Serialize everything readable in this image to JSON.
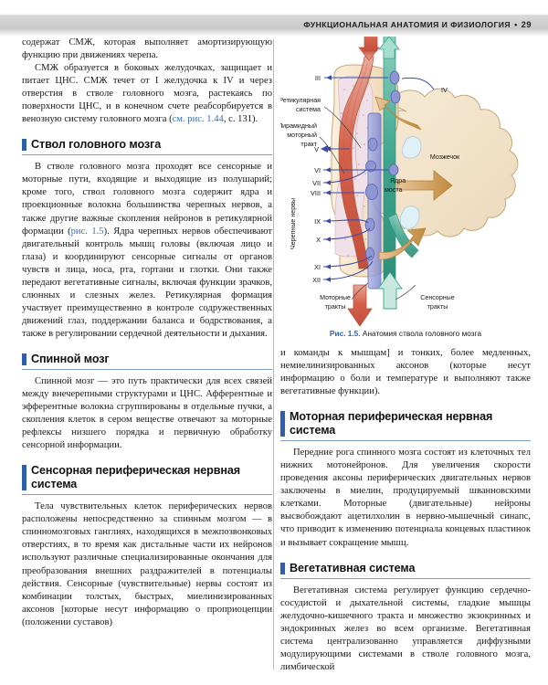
{
  "header": {
    "title": "ФУНКЦИОНАЛЬНАЯ АНАТОМИЯ И ФИЗИОЛОГИЯ",
    "separator": "•",
    "page_number": "29"
  },
  "left_column": {
    "para_1": "содержат СМЖ, которая выполняет амортизирующую функцию при движениях черепа.",
    "para_2_a": "СМЖ образуется в боковых желудочках, защищает и питает ЦНС. СМЖ течет от I желудочка к IV и через отверстия в стволе головного мозга, растекаясь по поверхности ЦНС, и в конечном счете реабсорбируется в венозную систему головного мозга (",
    "para_2_xref": "см. рис. 1.44",
    "para_2_b": ", с. 131).",
    "heading_1": "Ствол головного мозга",
    "para_3_a": "В стволе головного мозга проходят все сенсорные и моторные пути, входящие и выходящие из полушарий; кроме того, ствол головного мозга содержит ядра и проекционные волокна большинства черепных нервов, а также другие важные скопления нейронов в ретикулярной формации (",
    "para_3_xref": "рис. 1.5",
    "para_3_b": "). Ядра черепных нервов обеспечивают двигательный контроль мышц головы (включая лицо и глаза) и координируют сенсорные сигналы от органов чувств и лица, носа, рта, гортани и глотки. Они также передают вегетативные сигналы, включая функции зрачков, слюнных и слезных желез. Ретикулярная формация участвует преимущественно в контроле содружественных движений глаз, поддержании баланса и бодрствования, а также в регулировании сердечной деятельности и дыхания.",
    "heading_2": "Спинной мозг",
    "para_4": "Спинной мозг — это путь практически для всех связей между внечерепными структурами и ЦНС. Афферентные и эфферентные волокна сгруппированы в отдельные пучки, а скопления клеток в сером веществе отвечают за моторные рефлексы низшего порядка и первичную обработку сенсорной информации.",
    "heading_3": "Сенсорная периферическая нервная система",
    "para_5": "Тела чувствительных клеток периферических нервов расположены непосредственно за спинным мозгом — в спинномозговых ганглиях, находящихся в межпозвонковых отверстиях, в то время как дистальные части их нейронов используют различные специализированные окончания для преобразования внешних раздражителей в потенциалы действия. Сенсорные (чувствительные) нервы состоят из комбинации толстых, быстрых, миелинизированных аксонов [которые несут информацию о проприоцепции (положении суставов)"
  },
  "right_column": {
    "figure": {
      "caption_prefix": "Рис. 1.5.",
      "caption_text": "Анатомия ствола головного мозга",
      "labels": {
        "reticular_system": "Ретикулярная\nсистема",
        "reticular_line_1": "Ретикулярная",
        "reticular_line_2": "система",
        "pyramidal_line_1": "Пирамидный",
        "pyramidal_line_2": "моторный",
        "pyramidal_line_3": "тракт",
        "cranial_nerves_axis": "Черепные нервы",
        "cerebellum": "Мозжечок",
        "pontine_nuclei_line_1": "Ядра",
        "pontine_nuclei_line_2": "моста",
        "motor_tracts_line_1": "Моторные",
        "motor_tracts_line_2": "тракты",
        "sensory_tracts_line_1": "Сенсорные",
        "sensory_tracts_line_2": "тракты"
      },
      "cranial_nerve_numerals": [
        "III",
        "IV",
        "V",
        "VI",
        "VII",
        "VIII",
        "IX",
        "X",
        "XI",
        "XII"
      ],
      "colors": {
        "motor_tract": "#d4604a",
        "sensory_tract": "#3fa58c",
        "nerve_blue": "#3a4ba8",
        "cerebellum_tan": "#f0dcbe",
        "brainstem_cream": "#f6e3c6",
        "reticular_pink": "#efdfe6",
        "arrow_tan": "#d9a05a",
        "accent_blue": "#2f5fa8"
      }
    },
    "para_1": "и команды к мышцам] и тонких, более медленных, немиелинизированных аксонов (которые несут информацию о боли и температуре и выполняют также вегетативные функции).",
    "heading_1": "Моторная периферическая нервная система",
    "para_2": "Передние рога спинного мозга состоят из клеточных тел нижних мотонейронов. Для увеличения скорости проведения аксоны периферических двигательных нервов заключены в миелин, продуцируемый шванновскими клетками. Моторные (двигательные) нейроны высвобождают ацетилхолин в нервно-мышечный синапс, что приводит к изменению потенциала концевых пластинок и вызывает сокращение мышц.",
    "heading_2": "Вегетативная система",
    "para_3": "Вегетативная система регулирует функцию сердечно-сосудистой и дыхательной системы, гладкие мышцы желудочно-кишечного тракта и множество экзокринных и эндокринных желез во всем организме. Вегетативная система централизованно управляется диффузными модулирующими системами в стволе головного мозга, лимбической"
  }
}
